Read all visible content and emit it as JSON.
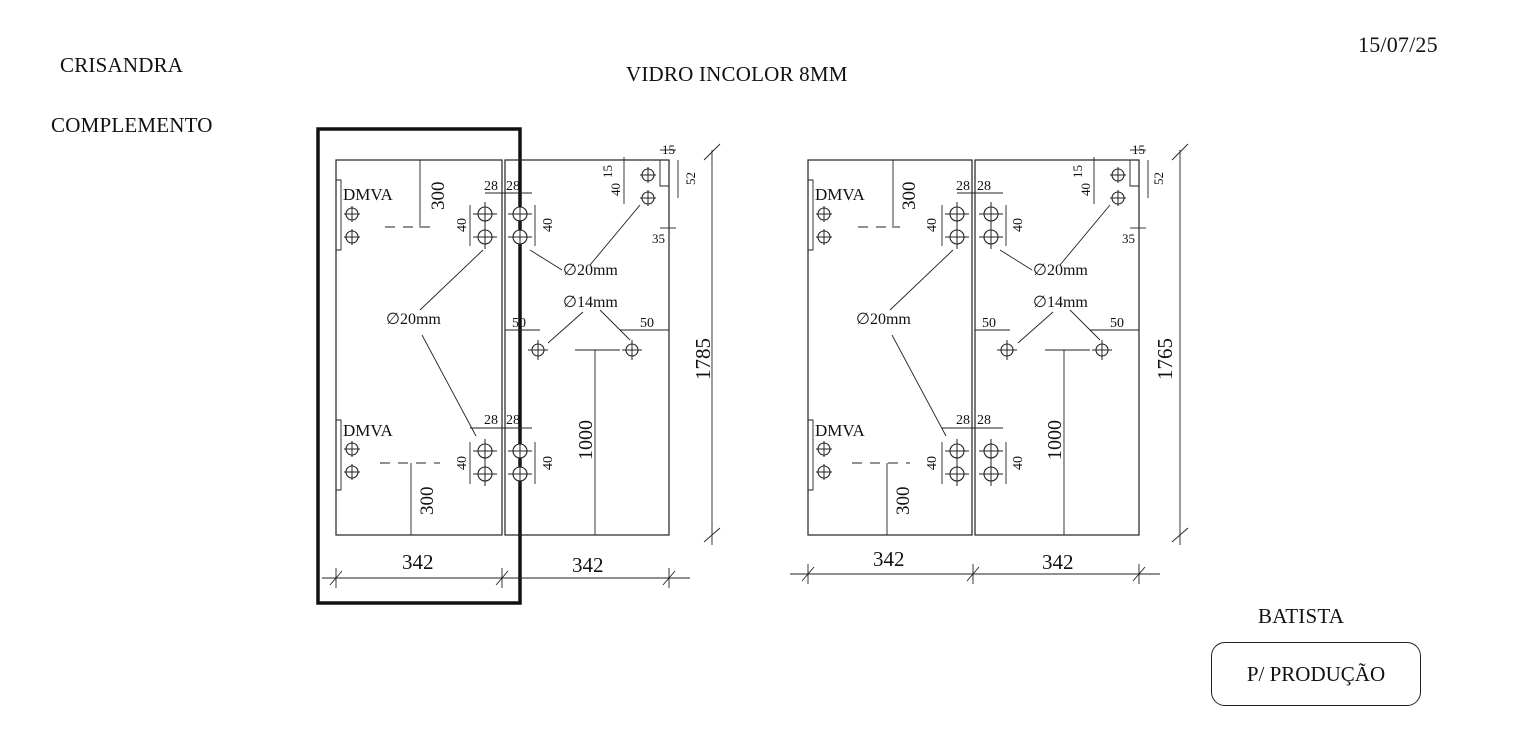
{
  "header": {
    "client": "CRISANDRA",
    "subtitle": "COMPLEMENTO",
    "material": "VIDRO INCOLOR 8MM",
    "date": "15/07/25"
  },
  "footer": {
    "signer": "BATISTA",
    "status": "P/ PRODUÇÃO"
  },
  "drawings": {
    "left": {
      "height": "1785",
      "width_left": "342",
      "width_right": "342",
      "hinge_label_top": "DMVA",
      "hinge_label_bottom": "DMVA",
      "dim_300_top": "300",
      "dim_300_bottom": "300",
      "dim_1000": "1000",
      "dim_28": "28",
      "dim_40": "40",
      "dim_15": "15",
      "dim_52": "52",
      "dim_35": "35",
      "dim_50": "50",
      "hole_20": "∅20mm",
      "hole_14": "∅14mm"
    },
    "right": {
      "height": "1765",
      "width_left": "342",
      "width_right": "342",
      "hinge_label_top": "DMVA",
      "hinge_label_bottom": "DMVA",
      "dim_300_top": "300",
      "dim_300_bottom": "300",
      "dim_1000": "1000",
      "dim_28": "28",
      "dim_40": "40",
      "dim_15": "15",
      "dim_52": "52",
      "dim_35": "35",
      "dim_50": "50",
      "hole_20": "∅20mm",
      "hole_14": "∅14mm"
    }
  }
}
